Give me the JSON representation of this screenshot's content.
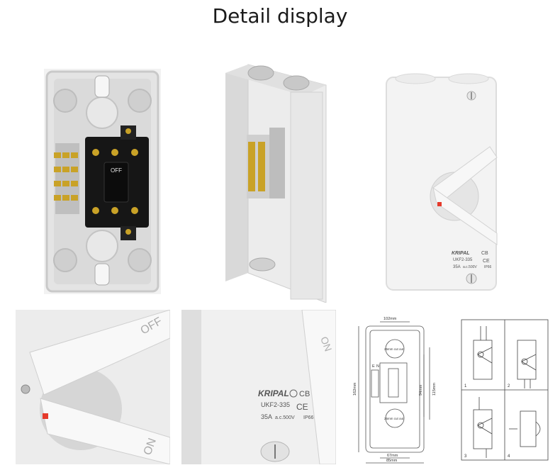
{
  "page": {
    "title": "Detail display"
  },
  "photos": [
    {
      "name": "open-box-front-with-switch",
      "switch_label": "OFF"
    },
    {
      "name": "open-box-side-angle"
    },
    {
      "name": "closed-enclosure-front",
      "brand": "KRIPAL",
      "cb": "CB",
      "model": "UKF2-335",
      "rating": "35A",
      "voltage": "a.c.500V",
      "ip": "IP66",
      "ce": "CE"
    },
    {
      "name": "handle-closeup",
      "label_off": "OFF",
      "label_on": "ON"
    },
    {
      "name": "label-closeup",
      "brand": "KRIPAL",
      "cb": "CB",
      "model": "UKF2-335",
      "rating": "35A",
      "voltage": "a.c.500V",
      "ip": "IP66",
      "ce": "CE",
      "label_on": "ON"
    },
    {
      "name": "dimension-drawing",
      "dim_top": "102mm",
      "dim_left": "162mm",
      "dim_right_inner": "94mm",
      "dim_right_outer": "115mm",
      "dim_bottom_inner": "67mm",
      "dim_bottom_outer": "85mm",
      "knockout_top": "25mm cut out",
      "knockout_bottom": "25mm cut out",
      "terminal_e": "E",
      "terminal_n": "N"
    },
    {
      "name": "mounting-steps-diagram",
      "steps": [
        "1",
        "2",
        "3",
        "4"
      ]
    }
  ]
}
